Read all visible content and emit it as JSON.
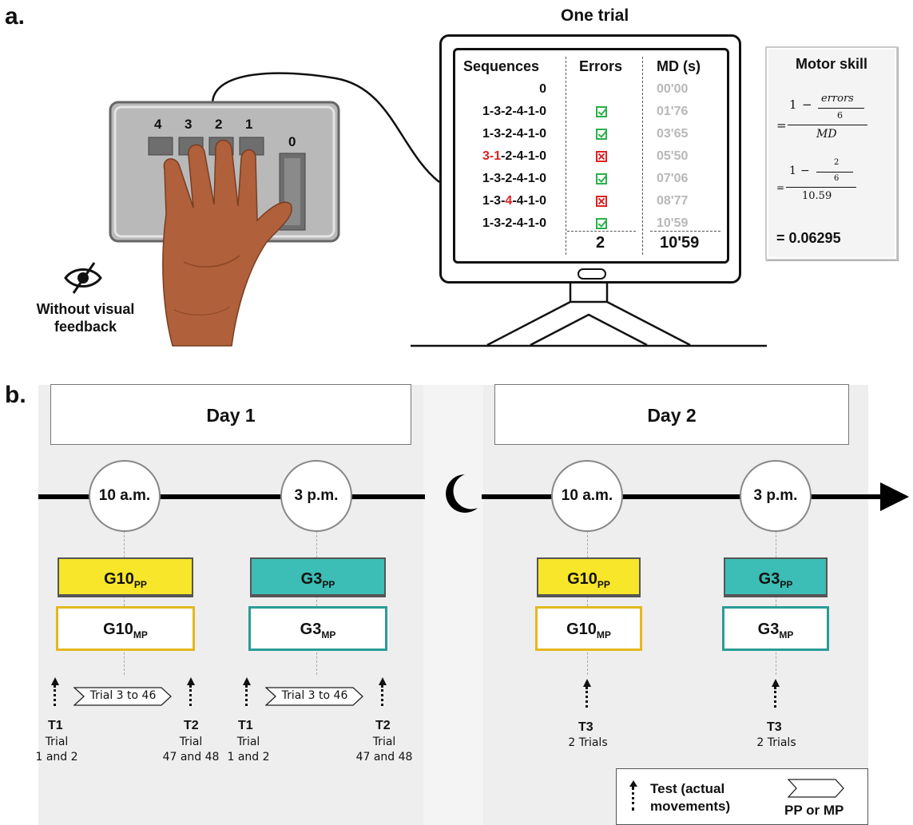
{
  "panel_a": {
    "label": "a.",
    "title": "One trial",
    "feedback_label_line1": "Without visual",
    "feedback_label_line2": "feedback",
    "keypad_keys": [
      "4",
      "3",
      "2",
      "1",
      "0"
    ],
    "table": {
      "headers": [
        "Sequences",
        "Errors",
        "MD (s)"
      ],
      "rows": [
        {
          "seq_red": "",
          "seq_rest": "0",
          "error": "none",
          "md": "00'00"
        },
        {
          "seq_red": "",
          "seq_rest": "1-3-2-4-1-0",
          "error": "ok",
          "md": "01'76"
        },
        {
          "seq_red": "",
          "seq_rest": "1-3-2-4-1-0",
          "error": "ok",
          "md": "03'65"
        },
        {
          "seq_pre": "",
          "seq_red": "3-1",
          "seq_rest": "-2-4-1-0",
          "error": "bad",
          "md": "05'50"
        },
        {
          "seq_red": "",
          "seq_rest": "1-3-2-4-1-0",
          "error": "ok",
          "md": "07'06"
        },
        {
          "seq_pre": "1-3-",
          "seq_red": "4",
          "seq_rest": "-4-1-0",
          "error": "bad",
          "md": "08'77"
        },
        {
          "seq_red": "",
          "seq_rest": "1-3-2-4-1-0",
          "error": "ok",
          "md": "10'59"
        }
      ],
      "total_errors": "2",
      "total_md": "10'59"
    },
    "motor_skill": {
      "title": "Motor skill",
      "formula_num_1": "1",
      "formula_minus": "−",
      "formula_errors": "errors",
      "formula_six": "6",
      "formula_den": "MD",
      "ex_num_1": "1",
      "ex_two": "2",
      "ex_six": "6",
      "ex_den": "10.59",
      "eq": "=",
      "result": "= 0.06295"
    }
  },
  "panel_b": {
    "label": "b.",
    "days": [
      "Day 1",
      "Day 2"
    ],
    "times": [
      "10 a.m.",
      "3 p.m.",
      "10 a.m.",
      "3 p.m."
    ],
    "groups": [
      {
        "pp": "G10",
        "mp": "G10"
      },
      {
        "pp": "G3",
        "mp": "G3"
      },
      {
        "pp": "G10",
        "mp": "G10"
      },
      {
        "pp": "G3",
        "mp": "G3"
      }
    ],
    "sub_pp": "PP",
    "sub_mp": "MP",
    "training_label": "Trial 3 to 46",
    "tests_day1": [
      {
        "name": "T1",
        "line1": "Trial",
        "line2": "1 and 2"
      },
      {
        "name": "T2",
        "line1": "Trial",
        "line2": "47 and 48"
      },
      {
        "name": "T1",
        "line1": "Trial",
        "line2": "1 and 2"
      },
      {
        "name": "T2",
        "line1": "Trial",
        "line2": "47 and 48"
      }
    ],
    "tests_day2": [
      {
        "name": "T3",
        "line1": "2 Trials"
      },
      {
        "name": "T3",
        "line1": "2 Trials"
      }
    ],
    "legend": {
      "test_line1": "Test (actual",
      "test_line2": "movements)",
      "pp_mp": "PP or MP"
    },
    "colors": {
      "yellow": "#f7e629",
      "teal": "#3cbdb5",
      "yellow_border": "#e5b81e",
      "teal_border": "#2a9d96"
    }
  }
}
